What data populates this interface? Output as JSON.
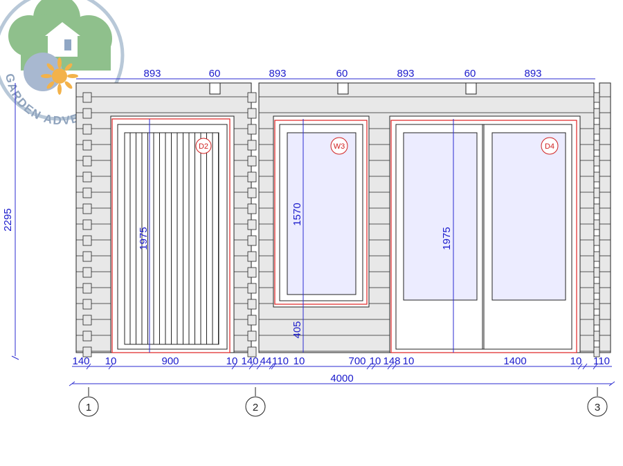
{
  "logo": {
    "text": "GARDEN ADVENTURE"
  },
  "top_dims": [
    "893",
    "60",
    "893",
    "60",
    "893",
    "60",
    "893"
  ],
  "left_dim": "2295",
  "bottom_dims": [
    "140",
    "10",
    "900",
    "10",
    "140",
    "44",
    "110",
    "10",
    "700",
    "10",
    "148",
    "10",
    "1400",
    "10",
    "110"
  ],
  "total_dim": "4000",
  "openings": {
    "door1": {
      "tag": "D2",
      "height": "1975"
    },
    "window": {
      "tag": "W3",
      "height": "1570",
      "sill": "405"
    },
    "door2": {
      "tag": "D4",
      "height": "1975"
    }
  },
  "axes": [
    "1",
    "2",
    "3"
  ],
  "colors": {
    "dimension": "#1a1acc",
    "outline": "#e02020",
    "wall": "#e8e8e8",
    "glass": "#ececff"
  }
}
